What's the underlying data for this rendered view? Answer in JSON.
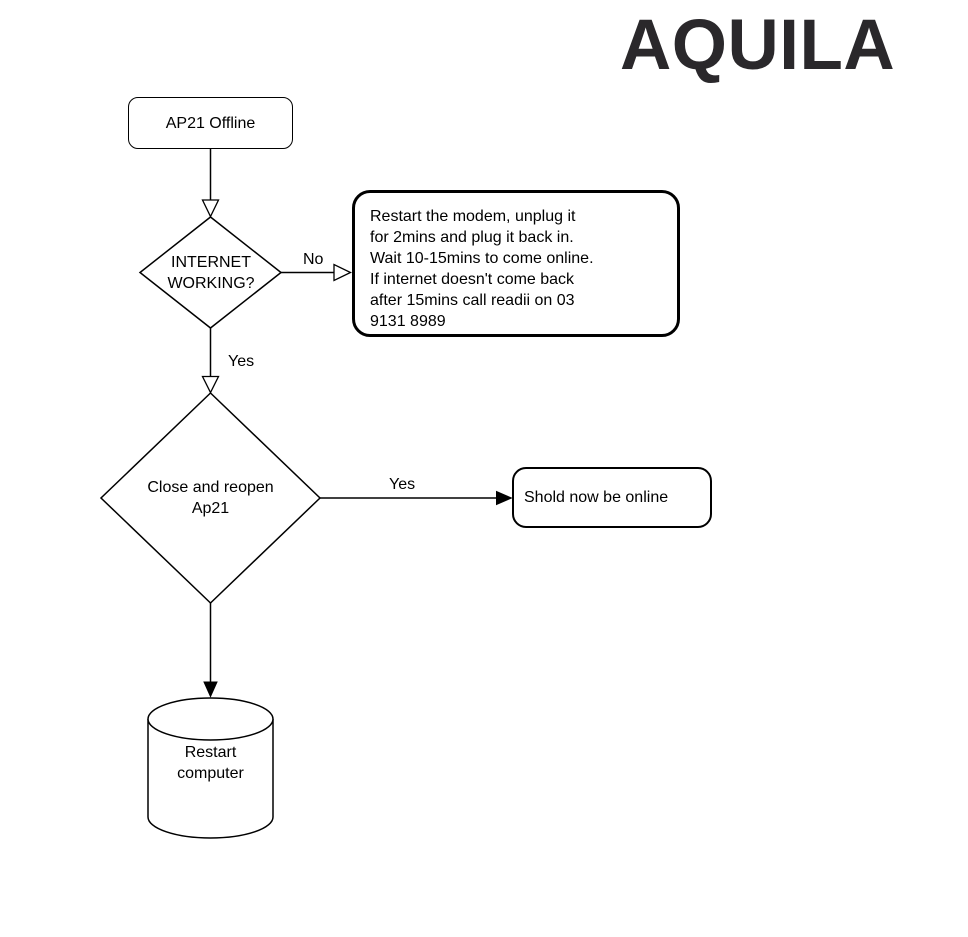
{
  "logo": {
    "text": "AQUILA"
  },
  "flowchart": {
    "nodes": {
      "start": {
        "label": "AP21 Offline"
      },
      "decision_internet": {
        "label": "INTERNET\nWORKING?"
      },
      "instruction": {
        "text": "Restart the modem, unplug it\nfor 2mins and plug it back in.\nWait 10-15mins to come online.\nIf internet doesn't come back\nafter 15mins call readii on 03\n9131 8989"
      },
      "decision_reopen": {
        "label": "Close and reopen\nAp21"
      },
      "online": {
        "label": "Shold now be online"
      },
      "restart_computer": {
        "label": "Restart\ncomputer"
      }
    },
    "edge_labels": {
      "internet_no": "No",
      "internet_yes": "Yes",
      "reopen_yes": "Yes"
    }
  },
  "colors": {
    "stroke": "#000000",
    "text": "#000000",
    "logo": "#2a282b",
    "background": "#ffffff"
  }
}
